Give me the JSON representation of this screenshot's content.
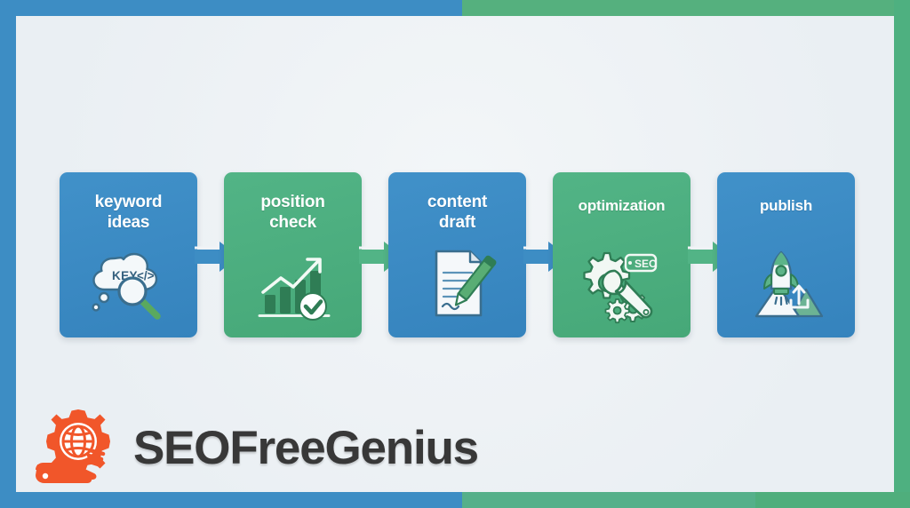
{
  "frame": {
    "top_left_color": "#3d8dc4",
    "top_right_color": "#55b07e",
    "left_color": "#3d8dc4",
    "right_color": "#4eb080",
    "bottom_left_color": "#3d8dc4",
    "bottom_mid_color": "#55b08a",
    "bottom_right_color": "#4fae7c",
    "canvas_color": "#eef2f5"
  },
  "pipeline": {
    "steps": [
      {
        "label": "keyword\nideas",
        "label_line1": "keyword",
        "label_line2": "ideas",
        "color": "#3583bd",
        "theme": "blue",
        "icon": "thought-cloud-magnifier-icon",
        "icon_text": "KEY </>"
      },
      {
        "label": "position\ncheck",
        "label_line1": "position",
        "label_line2": "check",
        "color": "#46a878",
        "theme": "green",
        "icon": "bar-chart-uptrend-check-icon",
        "icon_text": ""
      },
      {
        "label": "content\ndraft",
        "label_line1": "content",
        "label_line2": "draft",
        "color": "#3583bd",
        "theme": "blue",
        "icon": "document-pencil-icon",
        "icon_text": ""
      },
      {
        "label": "optimization",
        "label_line1": "optimization",
        "label_line2": "",
        "color": "#46a878",
        "theme": "green",
        "icon": "gears-wrench-seo-icon",
        "icon_text": "SEO"
      },
      {
        "label": "publish",
        "label_line1": "publish",
        "label_line2": "",
        "color": "#3583bd",
        "theme": "blue",
        "icon": "rocket-mountain-upload-icon",
        "icon_text": ""
      }
    ],
    "arrows": [
      {
        "name": "arrow-1",
        "color": "#3d8dc4"
      },
      {
        "name": "arrow-2",
        "color": "#52b486"
      },
      {
        "name": "arrow-3",
        "color": "#3d8dc4"
      },
      {
        "name": "arrow-4",
        "color": "#52b486"
      }
    ]
  },
  "brand": {
    "name": "SEOFreeGenius",
    "mark": "gear-globe-on-hand-icon",
    "mark_color": "#f1562a",
    "text_color": "#383838"
  }
}
